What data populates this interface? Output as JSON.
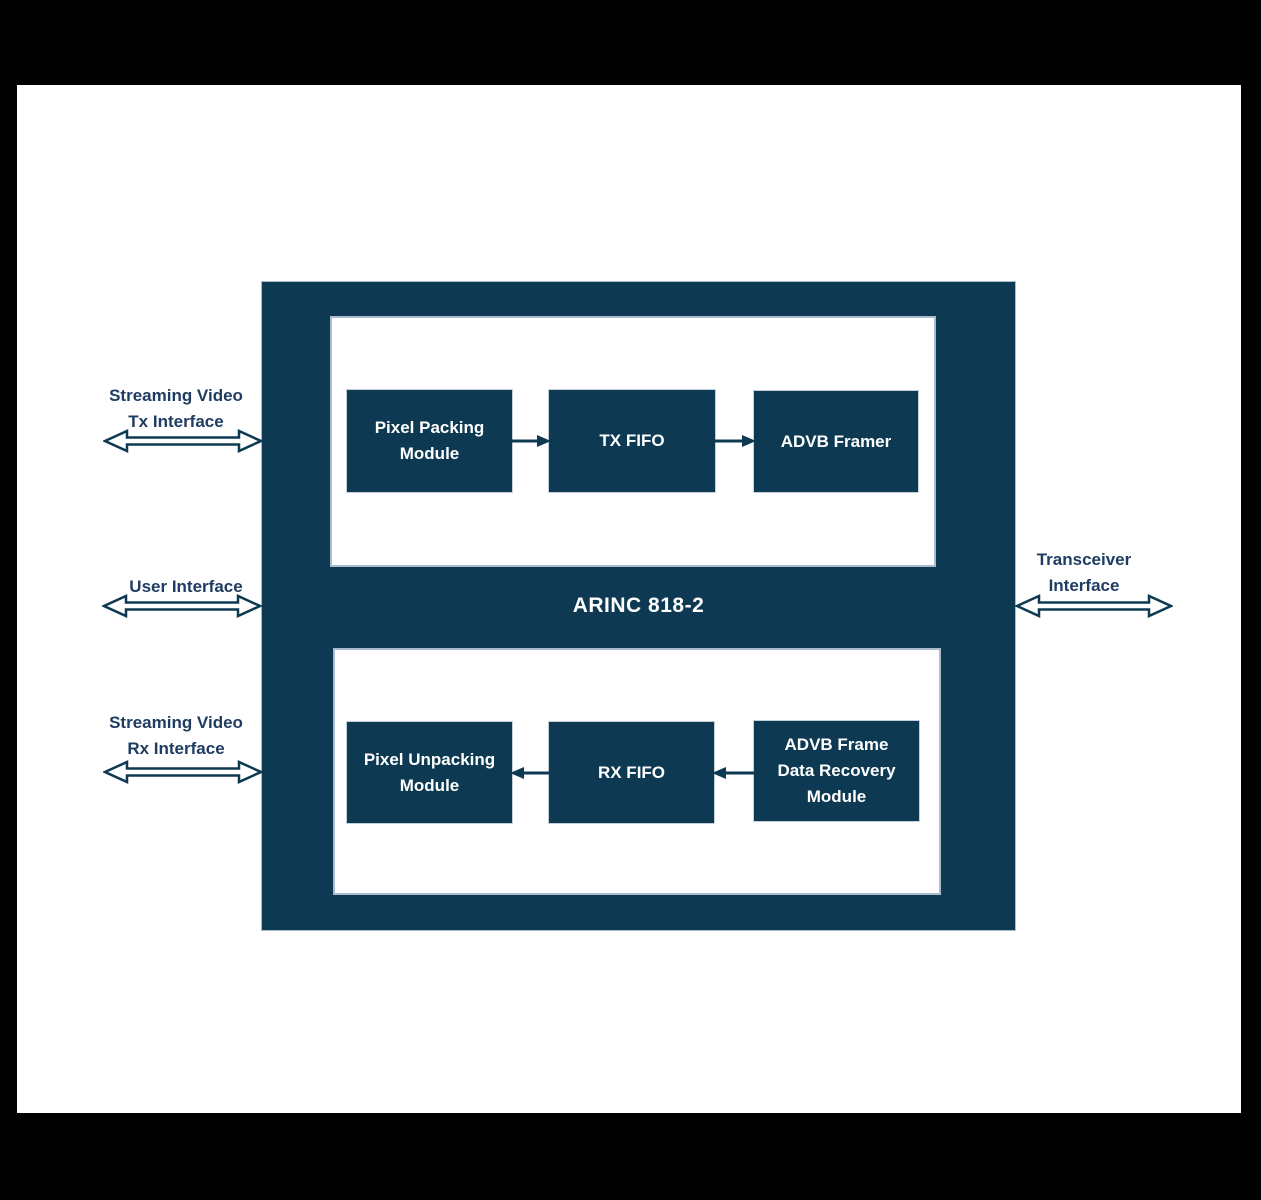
{
  "colors": {
    "background": "#000000",
    "canvas": "#ffffff",
    "block_fill": "#0d3a52",
    "label_text": "#1f3c63",
    "arrow_color": "#0d3a52",
    "panel_border": "#a9bccd",
    "box_border": "#c3d0dc",
    "box_text": "#ffffff"
  },
  "core": {
    "label": "ARINC 818-2",
    "tx_modules": [
      {
        "lines": [
          "Pixel Packing",
          "Module"
        ]
      },
      {
        "lines": [
          "TX FIFO"
        ]
      },
      {
        "lines": [
          "ADVB Framer"
        ]
      }
    ],
    "rx_modules": [
      {
        "lines": [
          "Pixel Unpacking",
          "Module"
        ]
      },
      {
        "lines": [
          "RX FIFO"
        ]
      },
      {
        "lines": [
          "ADVB Frame",
          "Data Recovery",
          "Module"
        ]
      }
    ]
  },
  "interfaces": {
    "left": [
      {
        "lines": [
          "Streaming Video",
          "Tx Interface"
        ]
      },
      {
        "lines": [
          "User Interface"
        ]
      },
      {
        "lines": [
          "Streaming Video",
          "Rx Interface"
        ]
      }
    ],
    "right": [
      {
        "lines": [
          "Transceiver",
          "Interface"
        ]
      }
    ]
  },
  "icons": {
    "bidirectional_arrow": "double-headed-hollow-arrow",
    "flow_arrow_right": "solid-arrow-right",
    "flow_arrow_left": "solid-arrow-left"
  }
}
